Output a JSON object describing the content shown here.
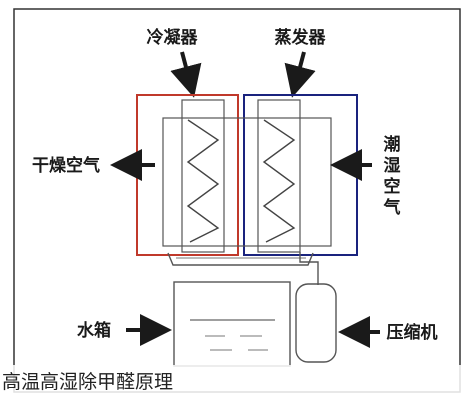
{
  "labels": {
    "condenser": "冷凝器",
    "evaporator": "蒸发器",
    "dry_air": "干燥空气",
    "humid_air_line1": "潮",
    "humid_air_line2": "湿",
    "humid_air_line3": "空",
    "humid_air_line4": "气",
    "water_tank": "水箱",
    "compressor": "压缩机"
  },
  "caption": "高温高湿除甲醛原理",
  "colors": {
    "condenser_border": "#c0392b",
    "evaporator_border": "#1a237e",
    "lines": "#555555",
    "frame": "#333333"
  }
}
